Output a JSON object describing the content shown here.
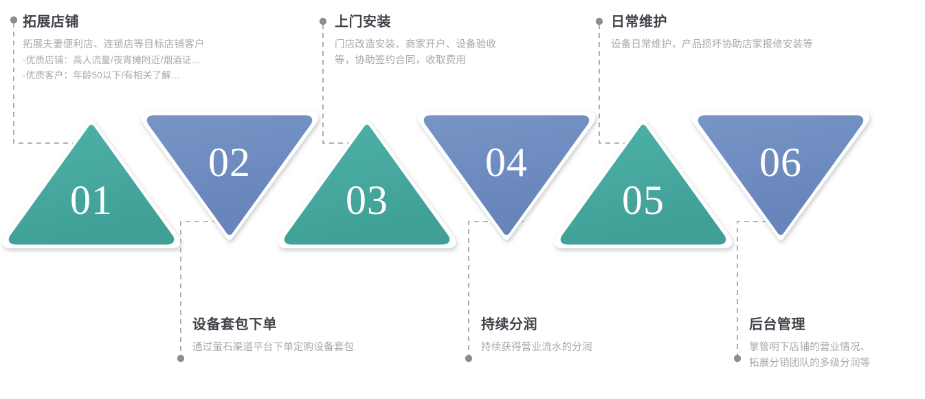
{
  "meta": {
    "diagram_type": "alternating-triangle-process-flow",
    "step_count": 6
  },
  "palette": {
    "teal": "#45a8a0",
    "teal_dark": "#3f9f98",
    "blue": "#6e8ec0",
    "blue_dark": "#6786bb",
    "number_text": "#ffffff",
    "title_text": "#3f4349",
    "body_text": "#a8a8a8",
    "connector": "#9a9a9a",
    "dot": "#8d8d8d",
    "background": "#ffffff"
  },
  "steps": [
    {
      "number": "01",
      "direction": "up",
      "color": "teal",
      "position": "top",
      "title": "拓展店铺",
      "lines": [
        "拓展夫妻便利店、连锁店等目标店铺客户",
        "-优质店铺：高人流量/夜宵摊附近/烟酒证…",
        "-优质客户：年龄50以下/有相关了解…"
      ]
    },
    {
      "number": "02",
      "direction": "down",
      "color": "blue",
      "position": "bottom",
      "title": "设备套包下单",
      "lines": [
        "通过萤石渠道平台下单定购设备套包"
      ]
    },
    {
      "number": "03",
      "direction": "up",
      "color": "teal",
      "position": "top",
      "title": "上门安装",
      "lines": [
        "门店改造安装、商家开户、设备验收",
        "等，协助签约合同，收取费用"
      ]
    },
    {
      "number": "04",
      "direction": "down",
      "color": "blue",
      "position": "bottom",
      "title": "持续分润",
      "lines": [
        "持续获得营业流水的分润"
      ]
    },
    {
      "number": "05",
      "direction": "up",
      "color": "teal",
      "position": "top",
      "title": "日常维护",
      "lines": [
        "设备日常维护，产品损坏协助店家报修安装等"
      ]
    },
    {
      "number": "06",
      "direction": "down",
      "color": "blue",
      "position": "bottom",
      "title": "后台管理",
      "lines": [
        "掌管明下店铺的营业情况、",
        "拓展分销团队的多级分润等"
      ]
    }
  ]
}
